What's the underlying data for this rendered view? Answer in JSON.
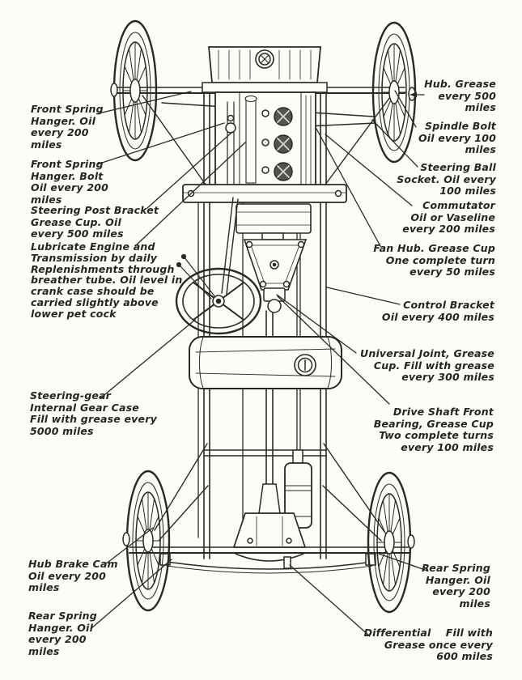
{
  "diagram_title": "Automobile chassis lubrication diagram (top view)",
  "colors": {
    "paper": "#fcfcf9",
    "ink": "#26241f",
    "line": "#2b2925"
  },
  "labels": {
    "front_spring_hanger_oil": "Front Spring\nHanger. Oil\nevery 200\nmiles",
    "front_spring_hanger_bolt": "Front Spring\nHanger. Bolt\nOil every 200\nmiles",
    "steering_post_bracket": "Steering Post Bracket\nGrease Cup. Oil\nevery 500 miles",
    "lubricate_engine": "Lubricate Engine and\nTransmission by daily\nReplenishments through\nbreather tube. Oil level in\ncrank case should be\ncarried slightly above\nlower pet cock",
    "steering_gear": "Steering-gear\nInternal Gear Case\nFill with grease every\n5000 miles",
    "hub_brake_cam": "Hub Brake Cam\nOil every 200\nmiles",
    "rear_spring_hanger_left": "Rear Spring\nHanger. Oil\nevery 200\nmiles",
    "hub_grease": "Hub. Grease\nevery 500\nmiles",
    "spindle_bolt": "Spindle Bolt\nOil every 100\nmiles",
    "steering_ball_socket": "Steering Ball\nSocket. Oil every\n100 miles",
    "commutator": "Commutator\nOil or Vaseline\nevery 200 miles",
    "fan_hub": "Fan Hub. Grease Cup\nOne complete turn\nevery 50 miles",
    "control_bracket": "Control Bracket\nOil every 400 miles",
    "universal_joint": "Universal Joint, Grease\nCup. Fill with grease\nevery 300 miles",
    "drive_shaft_front_bearing": "Drive Shaft Front\nBearing, Grease Cup\nTwo complete turns\nevery 100 miles",
    "rear_spring_hanger_right": "Rear Spring\nHanger. Oil\nevery 200\nmiles",
    "differential": "Differential    Fill with\nGrease once every\n600 miles"
  }
}
